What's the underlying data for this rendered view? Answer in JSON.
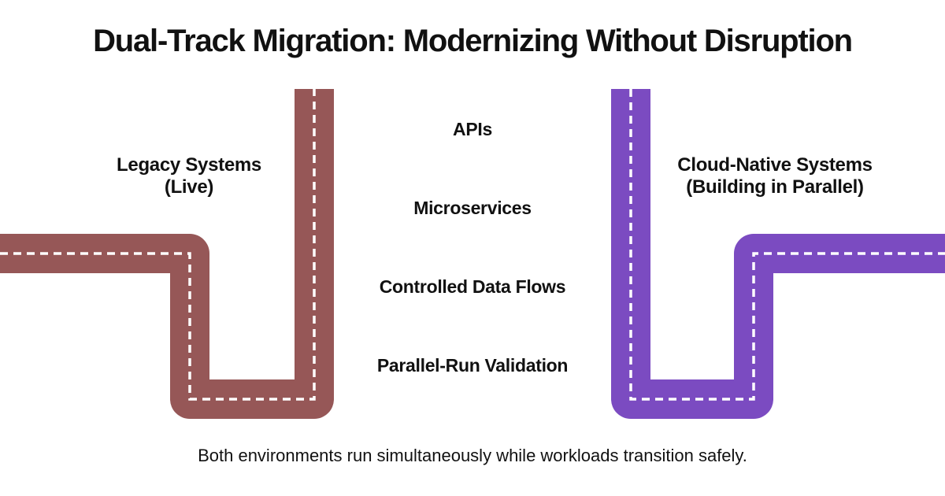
{
  "title": "Dual-Track Migration: Modernizing Without Disruption",
  "left_track": {
    "label_line1": "Legacy Systems",
    "label_line2": "(Live)",
    "road_color": "#965757"
  },
  "right_track": {
    "label_line1": "Cloud-Native Systems",
    "label_line2": "(Building in Parallel)",
    "road_color": "#7B4BC1"
  },
  "bridge_items": [
    "APIs",
    "Microservices",
    "Controlled Data Flows",
    "Parallel-Run Validation"
  ],
  "footer": "Both environments run simultaneously while workloads transition safely.",
  "colors": {
    "background": "#ffffff",
    "text": "#111111",
    "lane_marking": "#ffffff"
  }
}
